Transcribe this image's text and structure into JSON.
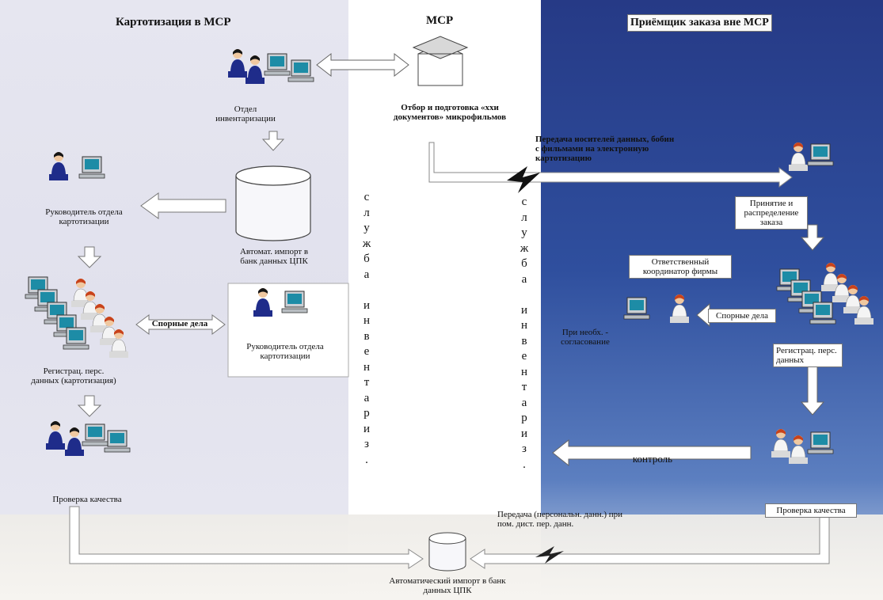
{
  "titles": {
    "left": "Картотизация в МСР",
    "middle": "МСР",
    "right": "Приёмщик заказа вне МСР"
  },
  "labels": {
    "otdel_inventarizacii": "Отдел инвентаризации",
    "otbor": "Отбор и подготовка «xxи документов» микрофильмов",
    "peredacha_nositeley": "Передача носителей данных, бобин с фильмами на электронную картотизацию",
    "rukovoditel_left": "Руководитель отдела картотизации",
    "avtomat_import_top": "Автомат. импорт в банк данных ЦПК",
    "spornye_dela_left": "Спорные дела",
    "rukovoditel_center": "Руководитель отдела картотизации",
    "registrac_left": "Регистрац. перс. данных (картотизация)",
    "proverka_left": "Проверка качества",
    "priyatie": "Принятие и распределение заказа",
    "otvetstvenny": "Ответственный координатор фирмы",
    "pri_neobh": "При необх. - согласование",
    "spornye_dela_right": "Спорные дела",
    "registrac_right": "Регистрац. перс. данных",
    "kontrol": "контроль",
    "proverka_right": "Проверка качества",
    "peredacha_personal": "Передача (персональн. данн.) при пом. дист. пер. данн.",
    "avtomat_import_bottom": "Автоматический импорт в банк данных ЦПК"
  },
  "vertical_text_left": [
    "с",
    "л",
    "у",
    "ж",
    "б",
    "а",
    "",
    "и",
    "н",
    "в",
    "е",
    "н",
    "т",
    "а",
    "р",
    "и",
    "з",
    "."
  ],
  "vertical_text_right": [
    "с",
    "л",
    "у",
    "ж",
    "б",
    "а",
    "",
    "и",
    "н",
    "в",
    "е",
    "н",
    "т",
    "а",
    "р",
    "и",
    "з",
    "."
  ],
  "colors": {
    "left_bg": "#e3e3ee",
    "right_bg": "#2f4f9e",
    "middle_bg": "#ffffff",
    "worker_shirt": "#1f2c8a",
    "monitor": "#bfc6cc",
    "hair": "#c8421b",
    "arrow_fill": "#ffffff"
  },
  "icons": [
    "computer-workstation-icon",
    "database-cylinder-icon",
    "document-box-icon",
    "lightning-transfer-icon",
    "double-arrow-icon"
  ]
}
